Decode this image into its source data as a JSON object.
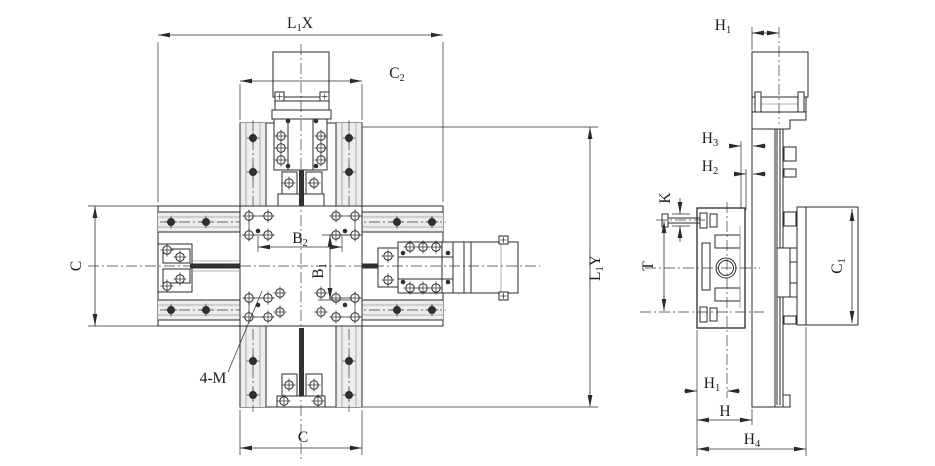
{
  "drawing": {
    "title": "XY cross-table stage, two orthographic views",
    "type": "engineering dimension drawing",
    "line_color": "#2b2b2b",
    "background": "#ffffff"
  },
  "labels": {
    "l1x": {
      "base": "L",
      "sub": "1",
      "suffix": "X"
    },
    "c2": {
      "base": "C",
      "sub": "2",
      "suffix": ""
    },
    "l1y": {
      "base": "L",
      "sub": "1",
      "suffix": "Y"
    },
    "c_left": {
      "base": "C",
      "sub": "",
      "suffix": ""
    },
    "c_bottom": {
      "base": "C",
      "sub": "",
      "suffix": ""
    },
    "b2": {
      "base": "B",
      "sub": "2",
      "suffix": ""
    },
    "b1": {
      "base": "B",
      "sub": "1",
      "suffix": ""
    },
    "mount_note": {
      "base": "4-M",
      "sub": "",
      "suffix": ""
    },
    "h1_top": {
      "base": "H",
      "sub": "1",
      "suffix": ""
    },
    "h3": {
      "base": "H",
      "sub": "3",
      "suffix": ""
    },
    "h2": {
      "base": "H",
      "sub": "2",
      "suffix": ""
    },
    "k": {
      "base": "K",
      "sub": "",
      "suffix": ""
    },
    "t": {
      "base": "T",
      "sub": "",
      "suffix": ""
    },
    "c1": {
      "base": "C",
      "sub": "1",
      "suffix": ""
    },
    "h1_bottom": {
      "base": "H",
      "sub": "1",
      "suffix": ""
    },
    "h": {
      "base": "H",
      "sub": "",
      "suffix": ""
    },
    "h4": {
      "base": "H",
      "sub": "4",
      "suffix": ""
    }
  }
}
